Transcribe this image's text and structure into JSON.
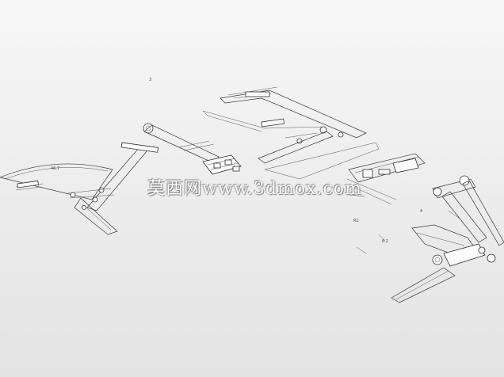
{
  "watermark": {
    "text": "莫西网www.3dmox.com"
  },
  "dimension_labels": [
    "3",
    "46.7",
    "R2",
    "8.2",
    "4"
  ]
}
